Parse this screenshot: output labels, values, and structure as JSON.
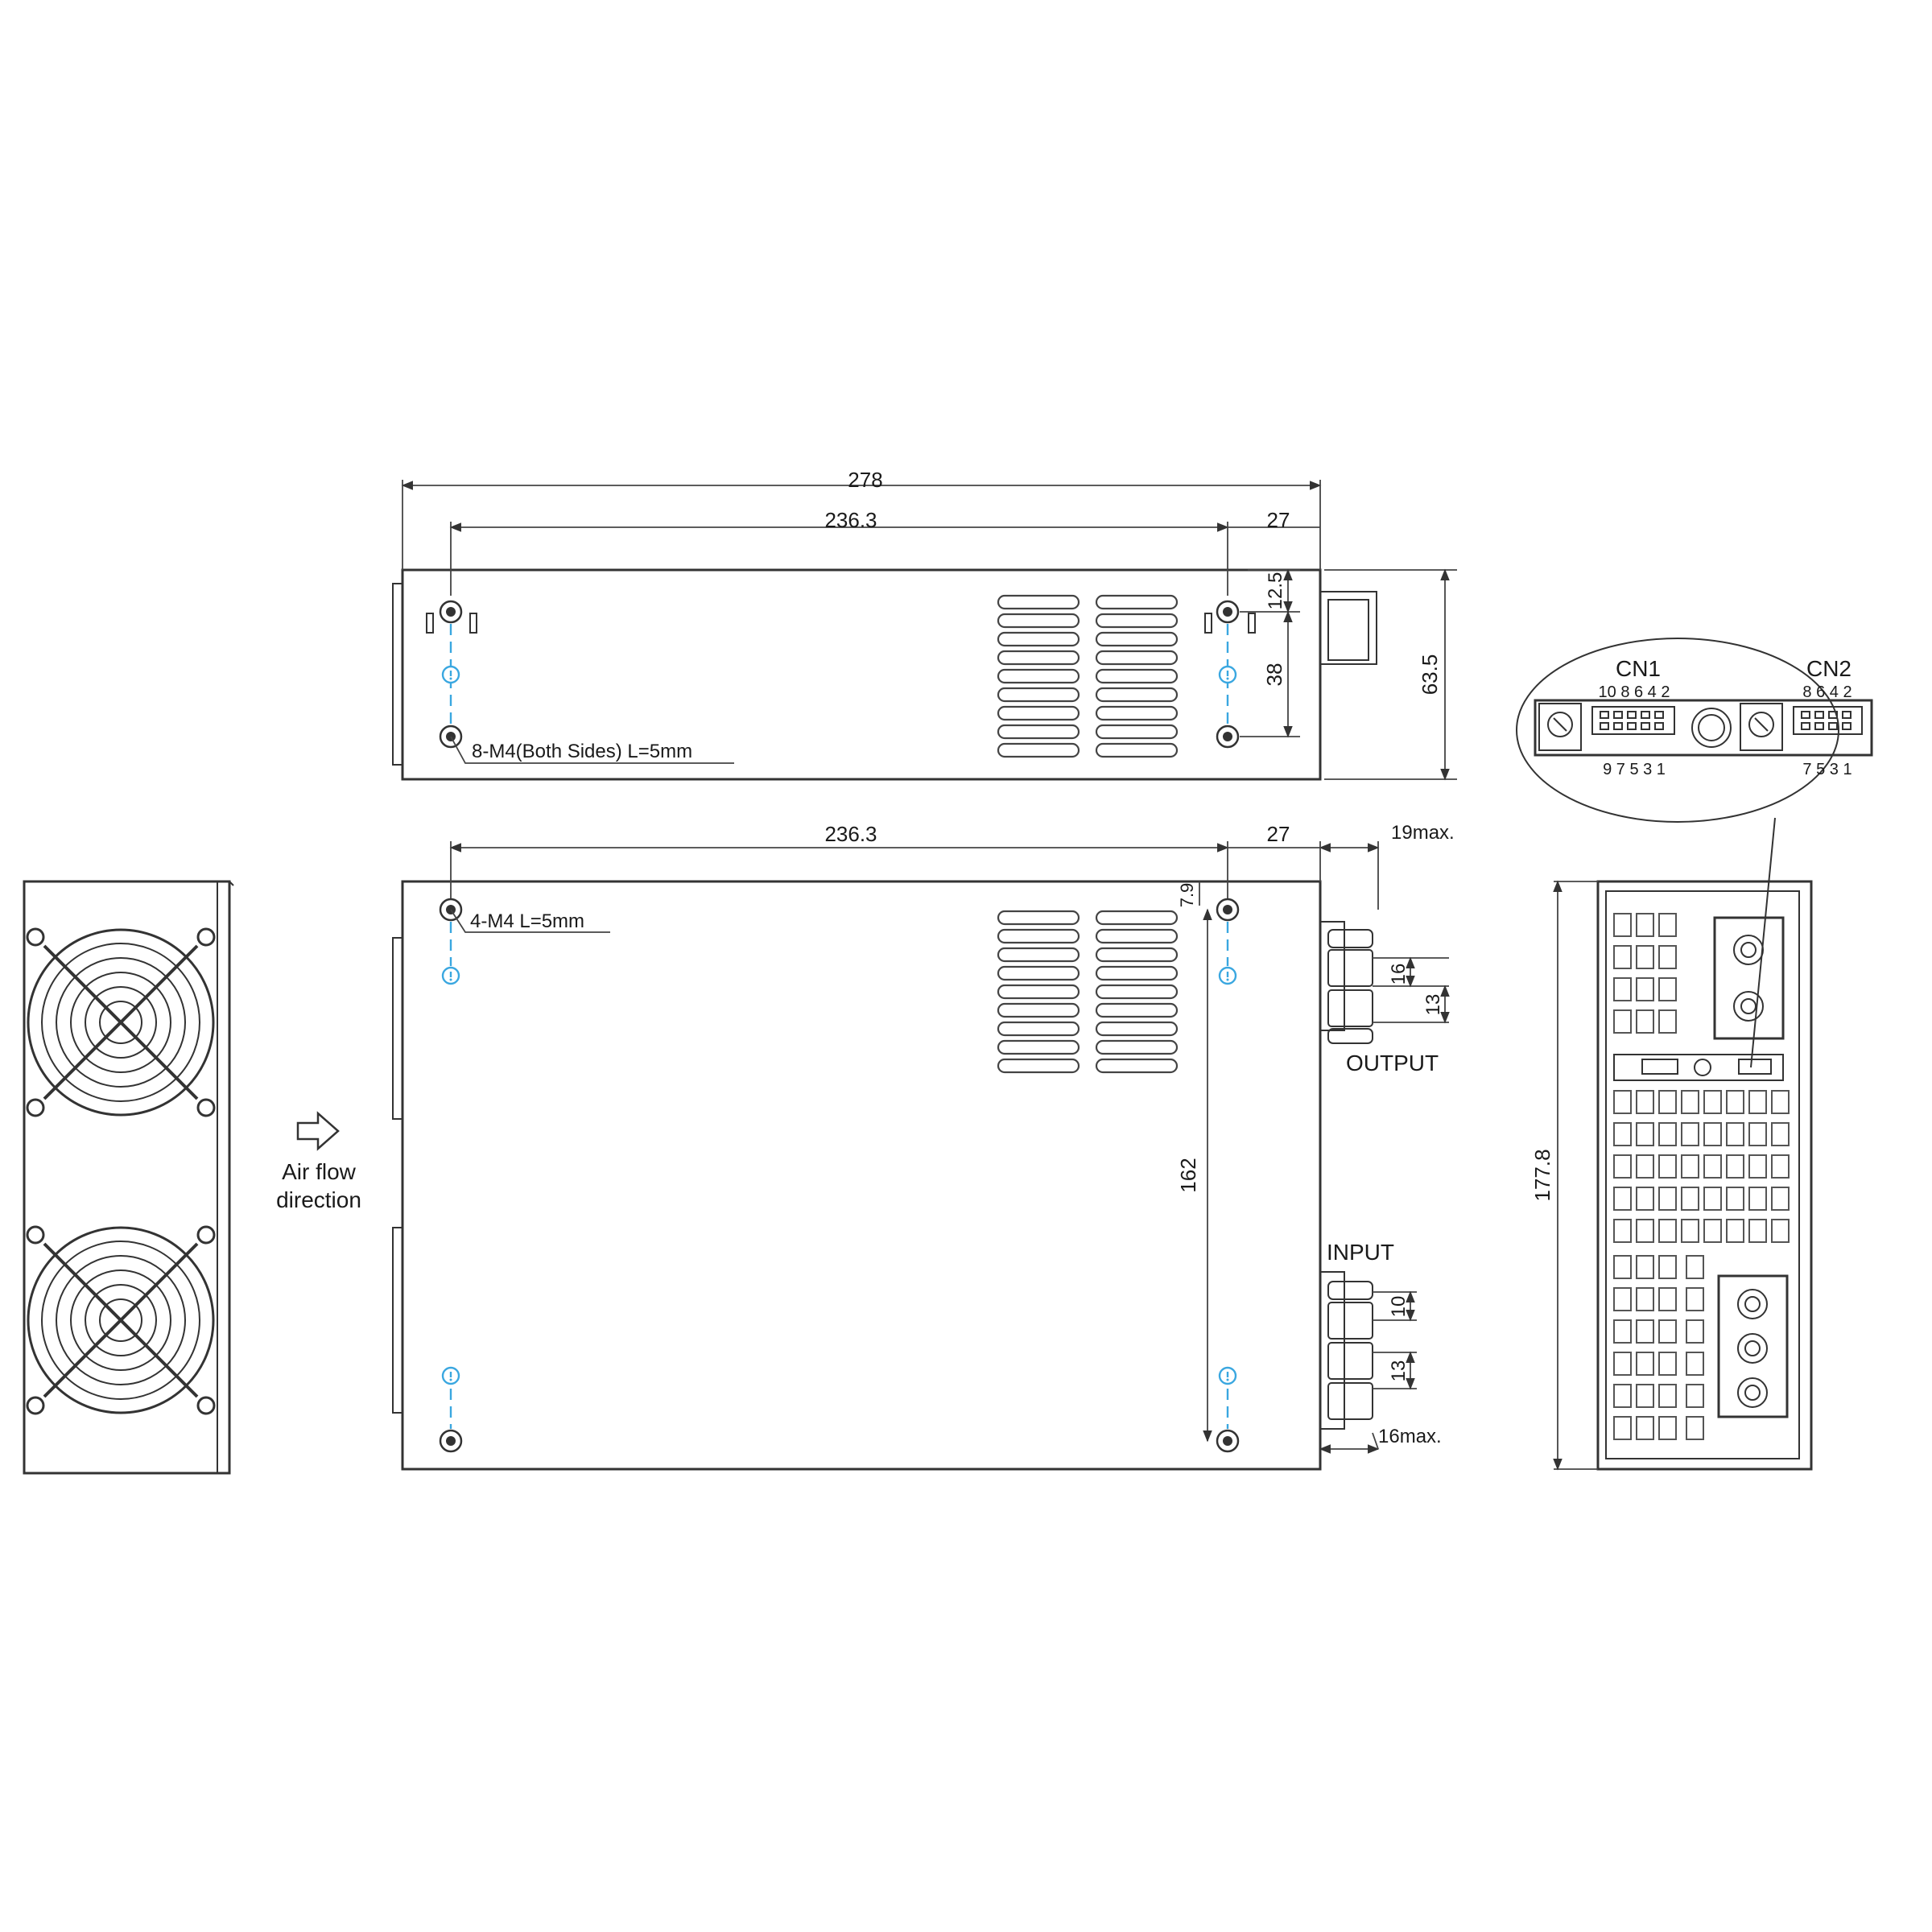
{
  "top_view": {
    "dim_overall": "278",
    "dim_holes": "236.3",
    "dim_right": "27",
    "dim_upper": "12.5",
    "dim_mid": "38",
    "dim_height": "63.5",
    "screw_note": "8-M4(Both Sides) L=5mm"
  },
  "side_view": {
    "dim_holes": "236.3",
    "dim_right": "27",
    "dim_term_top": "19max.",
    "dim_offset": "7.9",
    "dim_height": "162",
    "screw_note": "4-M4 L=5mm",
    "output_label": "OUTPUT",
    "output_pitch_1": "16",
    "output_pitch_2": "13",
    "input_label": "INPUT",
    "input_pitch_1": "10",
    "input_pitch_2": "13",
    "dim_term_bottom": "16max."
  },
  "fan_view": {
    "airflow_line1": "Air flow",
    "airflow_line2": "direction",
    "icons": [
      "fan-grille-icon",
      "arrow-right-icon"
    ]
  },
  "end_view": {
    "dim_height": "177.8",
    "cn1_label": "CN1",
    "cn1_pins_top": "10 8 6 4 2",
    "cn1_pins_bottom": "9 7 5 3 1",
    "cn2_label": "CN2",
    "cn2_pins_top": "8 6 4 2",
    "cn2_pins_bottom": "7 5 3 1"
  }
}
